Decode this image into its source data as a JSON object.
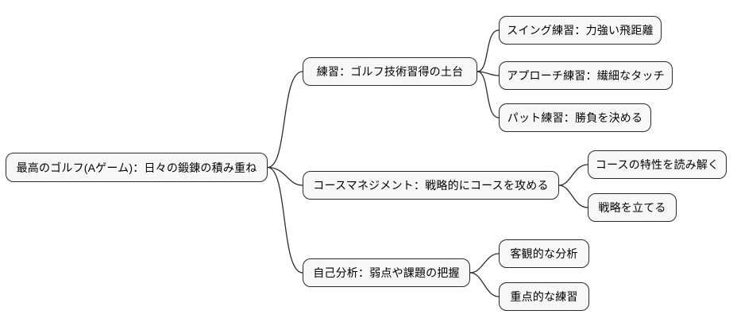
{
  "diagram_type": "mindmap",
  "colors": {
    "background": "#ffffff",
    "node_fill": "#f7f7f7",
    "node_border": "#2b2b2b",
    "edge_stroke": "#2b2b2b",
    "text": "#000000"
  },
  "mindmap": {
    "root": {
      "label": "最高のゴルフ(Aゲーム)：日々の鍛錬の積み重ね",
      "children": [
        {
          "label": "練習：ゴルフ技術習得の土台",
          "children": [
            {
              "label": "スイング練習：力強い飛距離"
            },
            {
              "label": "アプローチ練習：繊細なタッチ"
            },
            {
              "label": "パット練習：勝負を決める"
            }
          ]
        },
        {
          "label": "コースマネジメント：戦略的にコースを攻める",
          "children": [
            {
              "label": "コースの特性を読み解く"
            },
            {
              "label": "戦略を立てる"
            }
          ]
        },
        {
          "label": "自己分析：弱点や課題の把握",
          "children": [
            {
              "label": "客観的な分析"
            },
            {
              "label": "重点的な練習"
            }
          ]
        }
      ]
    }
  }
}
